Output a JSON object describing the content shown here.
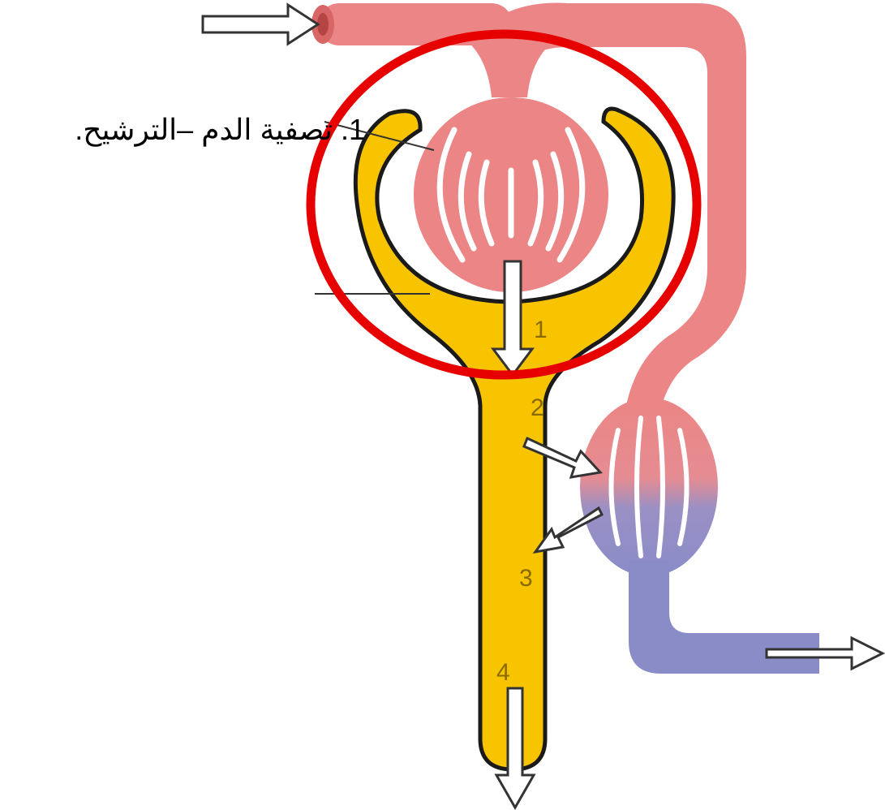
{
  "caption": "1. تصفية الدم –الترشيح.",
  "step_labels": [
    "1",
    "2",
    "3",
    "4"
  ],
  "colors": {
    "artery": "#ec8585",
    "vein": "#8a8cc8",
    "tubule": "#f8c400",
    "outline": "#1a1a1a",
    "highlight": "#e60000",
    "arrow_fill": "#ffffff",
    "label": "#8a6a00"
  }
}
